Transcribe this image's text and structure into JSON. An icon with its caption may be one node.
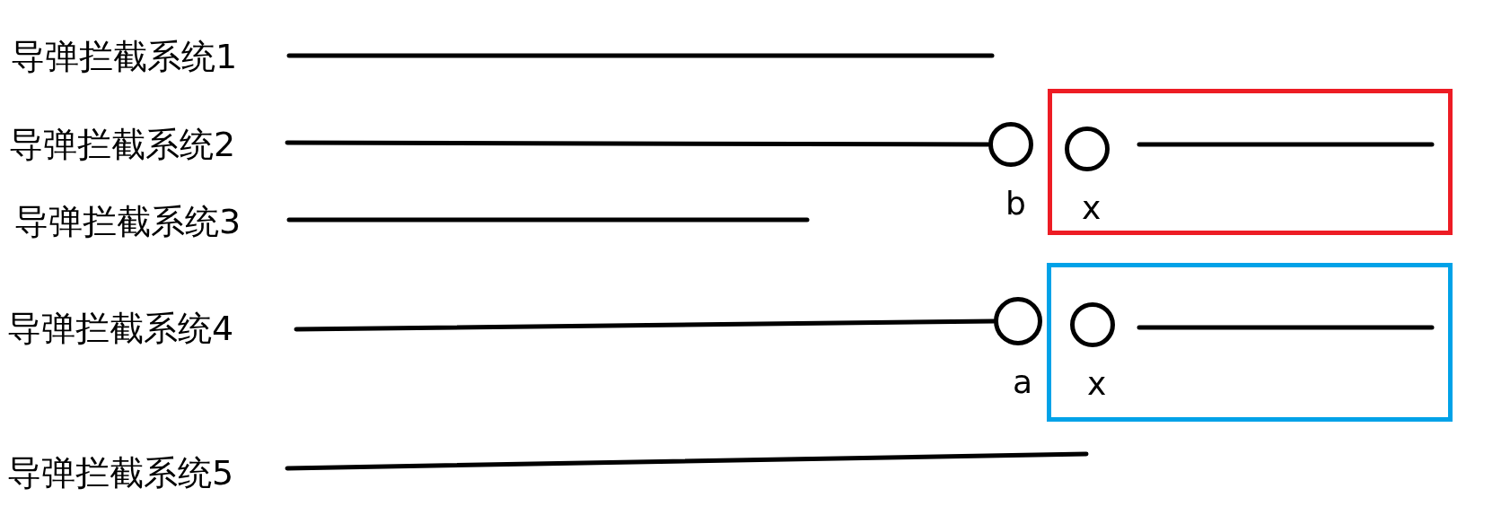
{
  "diagram": {
    "nodes": [
      {
        "text": [
          "导弹拦截系统1"
        ]
      },
      {
        "text": [
          "导弹拦截系统2"
        ]
      },
      {
        "text": [
          "导弹拦截系统3"
        ]
      },
      {
        "text": [
          "导弹拦截系统4"
        ]
      },
      {
        "text": [
          "导弹拦截系统5"
        ]
      },
      {
        "text": [],
        "shape": "circle",
        "beside": [
          "b"
        ]
      },
      {
        "text": [],
        "shape": "box"
      },
      {
        "text": [],
        "shape": "circle",
        "beside": [
          "x"
        ],
        "in": 6
      },
      {
        "text": [],
        "shape": "circle",
        "beside": [
          "a"
        ]
      },
      {
        "text": [],
        "shape": "box"
      },
      {
        "text": [],
        "shape": "circle",
        "beside": [
          "x"
        ],
        "in": 9
      }
    ],
    "edges": [
      {
        "from": 0,
        "to": null,
        "arrow": "none"
      },
      {
        "from": 1,
        "to": 5,
        "arrow": "none"
      },
      {
        "from": 2,
        "to": null,
        "arrow": "none"
      },
      {
        "from": 3,
        "to": 8,
        "arrow": "none"
      },
      {
        "from": 4,
        "to": null,
        "arrow": "none"
      }
    ]
  }
}
